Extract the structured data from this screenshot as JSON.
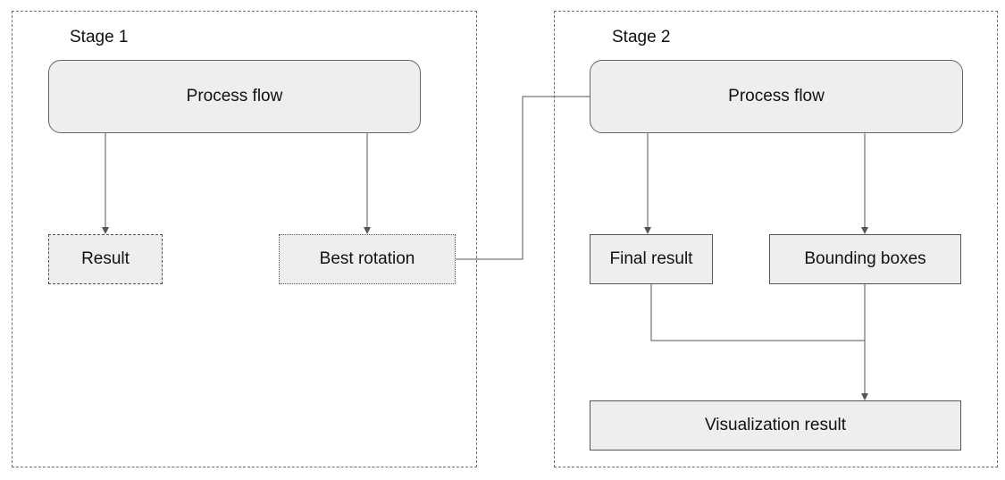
{
  "stages": [
    {
      "title": "Stage 1",
      "process_flow": "Process flow",
      "outputs": [
        "Result",
        "Best rotation"
      ]
    },
    {
      "title": "Stage 2",
      "process_flow": "Process flow",
      "outputs": [
        "Final result",
        "Bounding boxes"
      ],
      "visualization": "Visualization result"
    }
  ],
  "colors": {
    "node_fill": "#eeeeee",
    "border": "#555555",
    "frame_border": "#6e6e6e",
    "connector": "#555555",
    "text": "#111111"
  }
}
